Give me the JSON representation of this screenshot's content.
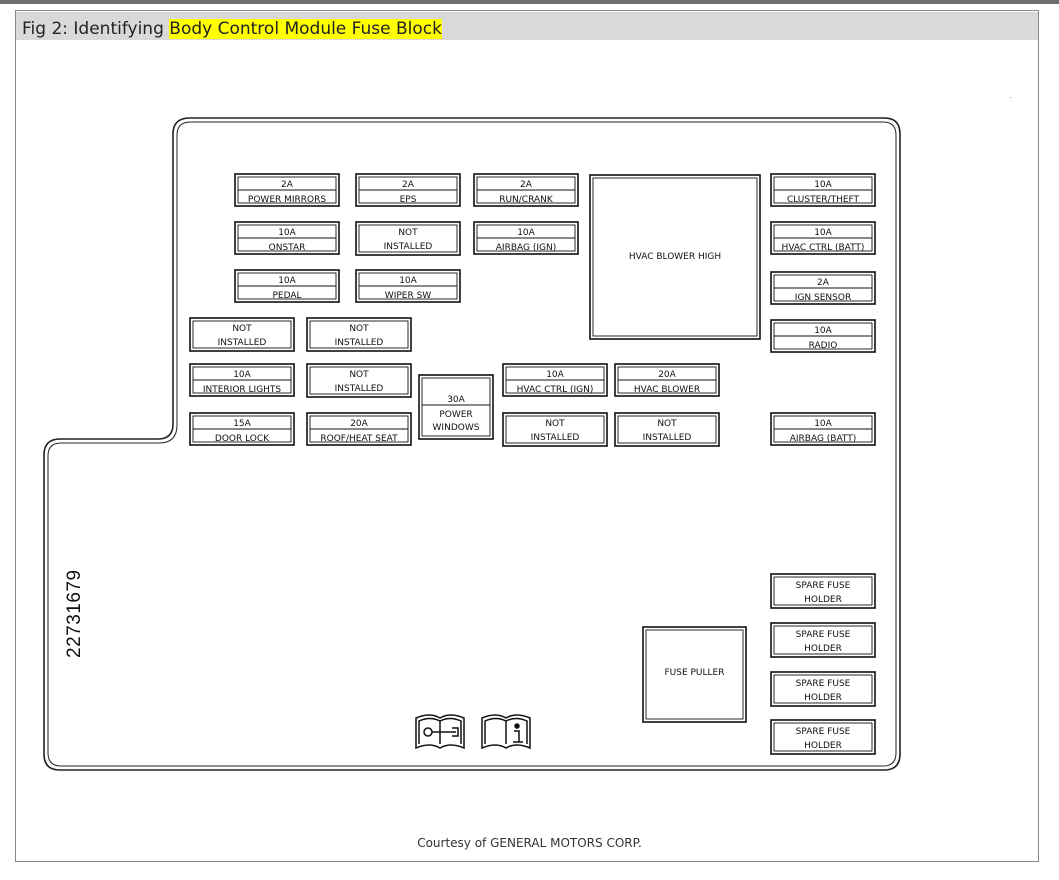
{
  "caption": {
    "prefix": "Fig 2: Identifying ",
    "highlight": "Body Control Module Fuse Block"
  },
  "credit": "Courtesy of GENERAL MOTORS CORP.",
  "part_number": "22731679",
  "icons": [
    "service-manual-icon",
    "owner-manual-info-icon"
  ],
  "colors": {
    "highlight": "#ffff00",
    "caption_bar": "#d9d9d9"
  },
  "fuses": [
    {
      "id": "power-mirrors",
      "amp": "2A",
      "label": "POWER MIRRORS"
    },
    {
      "id": "eps",
      "amp": "2A",
      "label": "EPS"
    },
    {
      "id": "run-crank",
      "amp": "2A",
      "label": "RUN/CRANK"
    },
    {
      "id": "onstar",
      "amp": "10A",
      "label": "ONSTAR"
    },
    {
      "id": "airbag-ign",
      "amp": "10A",
      "label": "AIRBAG (IGN)"
    },
    {
      "id": "pedal",
      "amp": "10A",
      "label": "PEDAL"
    },
    {
      "id": "wiper-sw",
      "amp": "10A",
      "label": "WIPER SW"
    },
    {
      "id": "cluster-theft",
      "amp": "10A",
      "label": "CLUSTER/THEFT"
    },
    {
      "id": "hvac-ctrl-batt",
      "amp": "10A",
      "label": "HVAC CTRL (BATT)"
    },
    {
      "id": "ign-sensor",
      "amp": "2A",
      "label": "IGN SENSOR"
    },
    {
      "id": "radio",
      "amp": "10A",
      "label": "RADIO"
    },
    {
      "id": "interior-lights",
      "amp": "10A",
      "label": "INTERIOR LIGHTS"
    },
    {
      "id": "hvac-ctrl-ign",
      "amp": "10A",
      "label": "HVAC CTRL (IGN)"
    },
    {
      "id": "hvac-blower",
      "amp": "20A",
      "label": "HVAC BLOWER"
    },
    {
      "id": "door-lock",
      "amp": "15A",
      "label": "DOOR LOCK"
    },
    {
      "id": "roof-heat-seat",
      "amp": "20A",
      "label": "ROOF/HEAT SEAT"
    },
    {
      "id": "airbag-batt",
      "amp": "10A",
      "label": "AIRBAG (BATT)"
    }
  ],
  "power_windows": {
    "amp": "30A",
    "line1": "POWER",
    "line2": "WINDOWS"
  },
  "not_installed": {
    "line1": "NOT",
    "line2": "INSTALLED"
  },
  "hvac_blower_high": "HVAC BLOWER HIGH",
  "fuse_puller": "FUSE PULLER",
  "spare": {
    "line1": "SPARE FUSE",
    "line2": "HOLDER"
  }
}
